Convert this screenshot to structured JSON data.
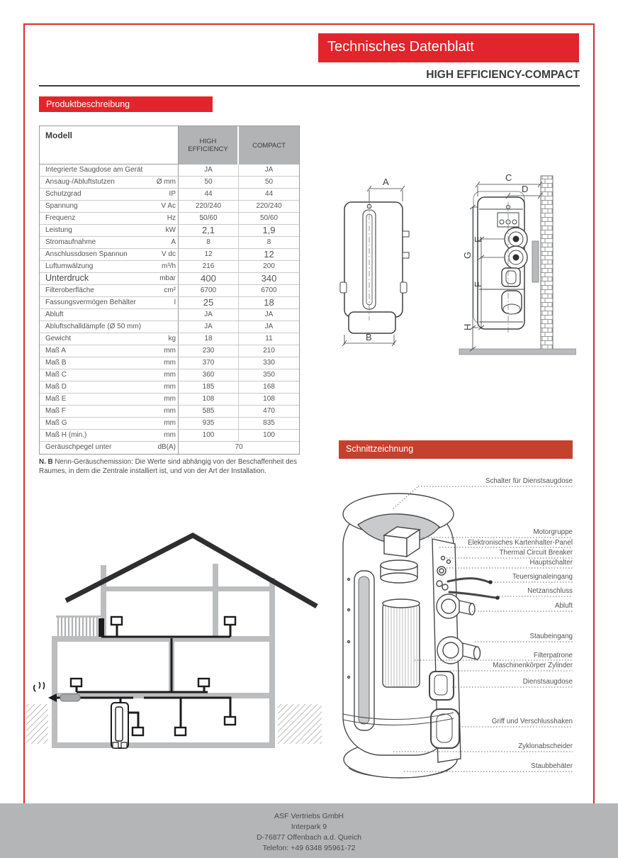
{
  "header": {
    "title": "Technisches Datenblatt",
    "subtitle": "HIGH EFFICIENCY-COMPACT"
  },
  "sections": {
    "product": "Produktbeschreibung",
    "cutaway": "Schnittzeichnung"
  },
  "table": {
    "model_header": "Modell",
    "columns": [
      "HIGH EFFICIENCY",
      "COMPACT"
    ],
    "rows": [
      {
        "label": "Integrierte Saugdose am Gerät",
        "unit": "",
        "v1": "JA",
        "v2": "JA"
      },
      {
        "label": "Ansaug-/Abluftstutzen",
        "unit": "Ø mm",
        "v1": "50",
        "v2": "50"
      },
      {
        "label": "Schutzgrad",
        "unit": "IP",
        "v1": "44",
        "v2": "44"
      },
      {
        "label": "Spannung",
        "unit": "V Ac",
        "v1": "220/240",
        "v2": "220/240"
      },
      {
        "label": "Frequenz",
        "unit": "Hz",
        "v1": "50/60",
        "v2": "50/60"
      },
      {
        "label": "Leistung",
        "unit": "kW",
        "v1": "2,1",
        "v2": "1,9"
      },
      {
        "label": "Stromaufnahme",
        "unit": "A",
        "v1": "8",
        "v2": "8"
      },
      {
        "label": "Anschlussdosen Spannun",
        "unit": "V dc",
        "v1": "12",
        "v2": "12"
      },
      {
        "label": "Luftumwälzung",
        "unit": "m³/h",
        "v1": "216",
        "v2": "200"
      },
      {
        "label": "Unterdruck",
        "unit": "mbar",
        "v1": "400",
        "v2": "340"
      },
      {
        "label": "Filteroberfläche",
        "unit": "cm²",
        "v1": "6700",
        "v2": "6700"
      },
      {
        "label": "Fassungsvermögen Behälter",
        "unit": "l",
        "v1": "25",
        "v2": "18"
      },
      {
        "label": "Abluft",
        "unit": "",
        "v1": "JA",
        "v2": "JA"
      },
      {
        "label": "Abluftschalldämpfe (Ø 50 mm)",
        "unit": "",
        "v1": "JA",
        "v2": "JA"
      },
      {
        "label": "Gewicht",
        "unit": "kg",
        "v1": "18",
        "v2": "11"
      },
      {
        "label": "Maß  A",
        "unit": "mm",
        "v1": "230",
        "v2": "210"
      },
      {
        "label": "Maß  B",
        "unit": "mm",
        "v1": "370",
        "v2": "330"
      },
      {
        "label": "Maß  C",
        "unit": "mm",
        "v1": "360",
        "v2": "350"
      },
      {
        "label": "Maß  D",
        "unit": "mm",
        "v1": "185",
        "v2": "168"
      },
      {
        "label": "Maß  E",
        "unit": "mm",
        "v1": "108",
        "v2": "108"
      },
      {
        "label": "Maß F",
        "unit": "mm",
        "v1": "585",
        "v2": "470"
      },
      {
        "label": "Maß  G",
        "unit": "mm",
        "v1": "935",
        "v2": "835"
      },
      {
        "label": "Maß  H (min.)",
        "unit": "mm",
        "v1": "100",
        "v2": "100"
      },
      {
        "label": "Geräuschpegel unter",
        "unit": "dB(A)",
        "span": "70"
      }
    ]
  },
  "note": {
    "label": "N. B",
    "text": "Nenn-Geräuschemission: Die Werte sind abhängig von der Beschaffenheit des Raumes, in dem die Zentrale installiert ist, und von der Art der Installation."
  },
  "dims": {
    "a": "A",
    "b": "B",
    "c": "C",
    "d": "D",
    "e": "E",
    "f": "F",
    "g": "G",
    "h": "H"
  },
  "cutaway": {
    "labels": [
      "Schalter für Dienstsaugdose",
      "Motorgruppe",
      "Elektronisches Kartenhalter-Panel",
      "Thermal Circuit Breaker",
      "Hauptschalter",
      "Teuersignaleingang",
      "Netzanschluss",
      "Abluft",
      "Staubeingang",
      "Filterpatrone",
      "Maschinenkörper  Zylinder",
      "Dienstsaugdose",
      "Griff und Verschlusshaken",
      "Zyklonabscheider",
      "Staubbehäter"
    ]
  },
  "footer": {
    "lines": [
      "ASF Vertriebs GmbH",
      "Interpark 9",
      "D-76877 Offenbach a.d. Queich",
      "Telefon:  +49 6348 95961-72"
    ]
  },
  "colors": {
    "accent_red": "#e2242c",
    "section_red": "#c5412d",
    "frame_red": "#d92c34",
    "header_gray": "#b2b3b5",
    "footer_gray": "#b4b5b7",
    "wall_gray": "#bcbdbf",
    "text_dark": "#3c3c3e"
  }
}
